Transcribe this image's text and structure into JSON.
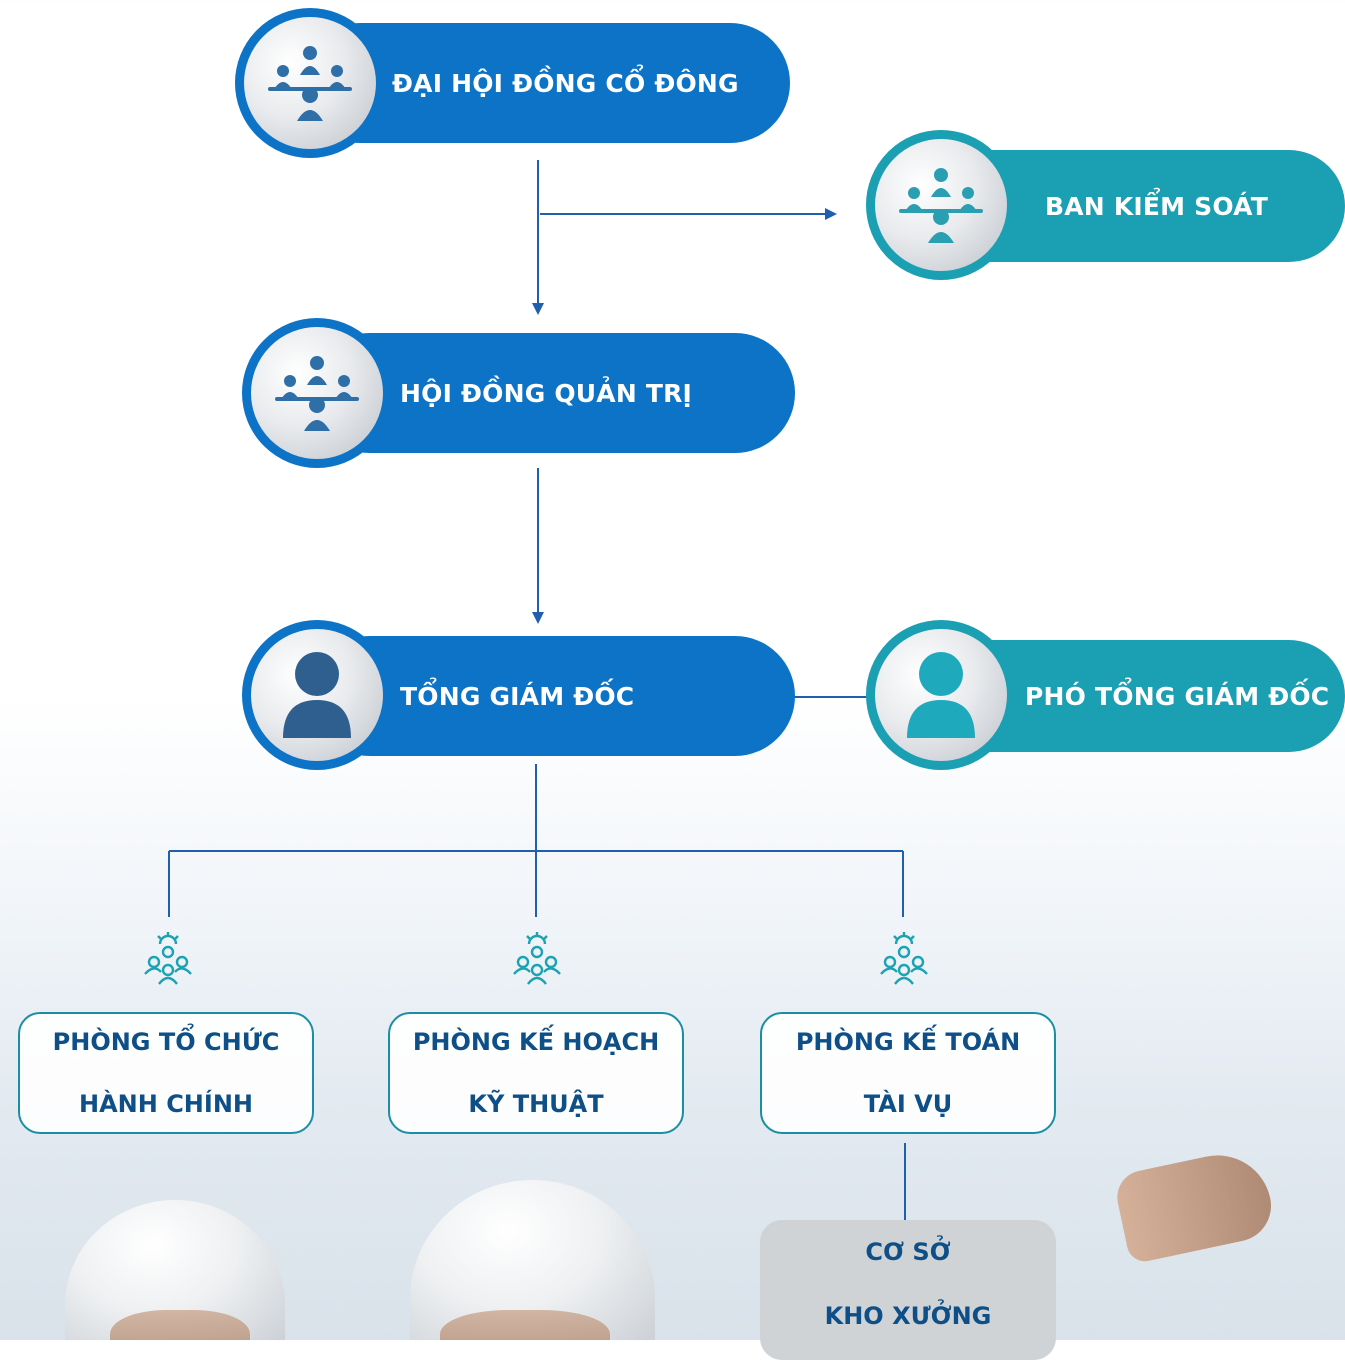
{
  "nodes": {
    "shareholders": {
      "label": "ĐẠI HỘI ĐỒNG CỔ ĐÔNG",
      "icon": "meeting-group-icon"
    },
    "supervisory": {
      "label": "BAN KIỂM SOÁT",
      "icon": "meeting-group-icon"
    },
    "board": {
      "label": "HỘI ĐỒNG QUẢN TRỊ",
      "icon": "meeting-group-icon"
    },
    "ceo": {
      "label": "TỔNG GIÁM ĐỐC",
      "icon": "person-icon"
    },
    "deputy_ceo": {
      "label": "PHÓ TỔNG GIÁM ĐỐC",
      "icon": "person-icon"
    }
  },
  "departments": [
    {
      "line1": "PHÒNG TỔ CHỨC",
      "line2": "HÀNH CHÍNH",
      "icon": "team-gear-icon"
    },
    {
      "line1": "PHÒNG KẾ HOẠCH",
      "line2": "KỸ THUẬT",
      "icon": "team-gear-icon"
    },
    {
      "line1": "PHÒNG KẾ TOÁN",
      "line2": "TÀI VỤ",
      "icon": "team-gear-icon"
    }
  ],
  "warehouse": {
    "line1": "CƠ SỞ",
    "line2": "KHO XƯỞNG"
  },
  "colors": {
    "primary_blue": "#0c73c7",
    "teal": "#1b9fb3",
    "dark_text": "#0d4f86",
    "connector": "#1f5fae"
  }
}
